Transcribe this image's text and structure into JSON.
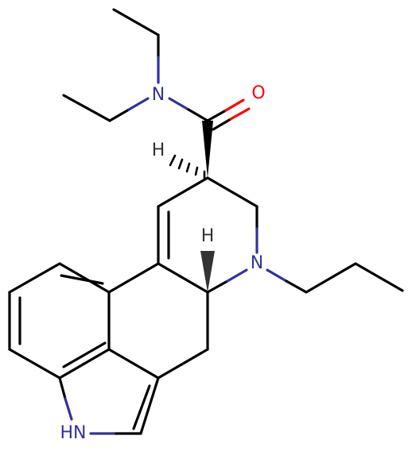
{
  "colors": {
    "carbon": "#000000",
    "nitrogen": "#33339A",
    "oxygen": "#FF0000",
    "hydrogen": "#333333"
  },
  "labels": {
    "amide_nitrogen": "N",
    "carbonyl_oxygen": "O",
    "ring_nitrogen": "N",
    "indole_nh": "HN",
    "h_c8": "H",
    "h_c5": "H"
  }
}
